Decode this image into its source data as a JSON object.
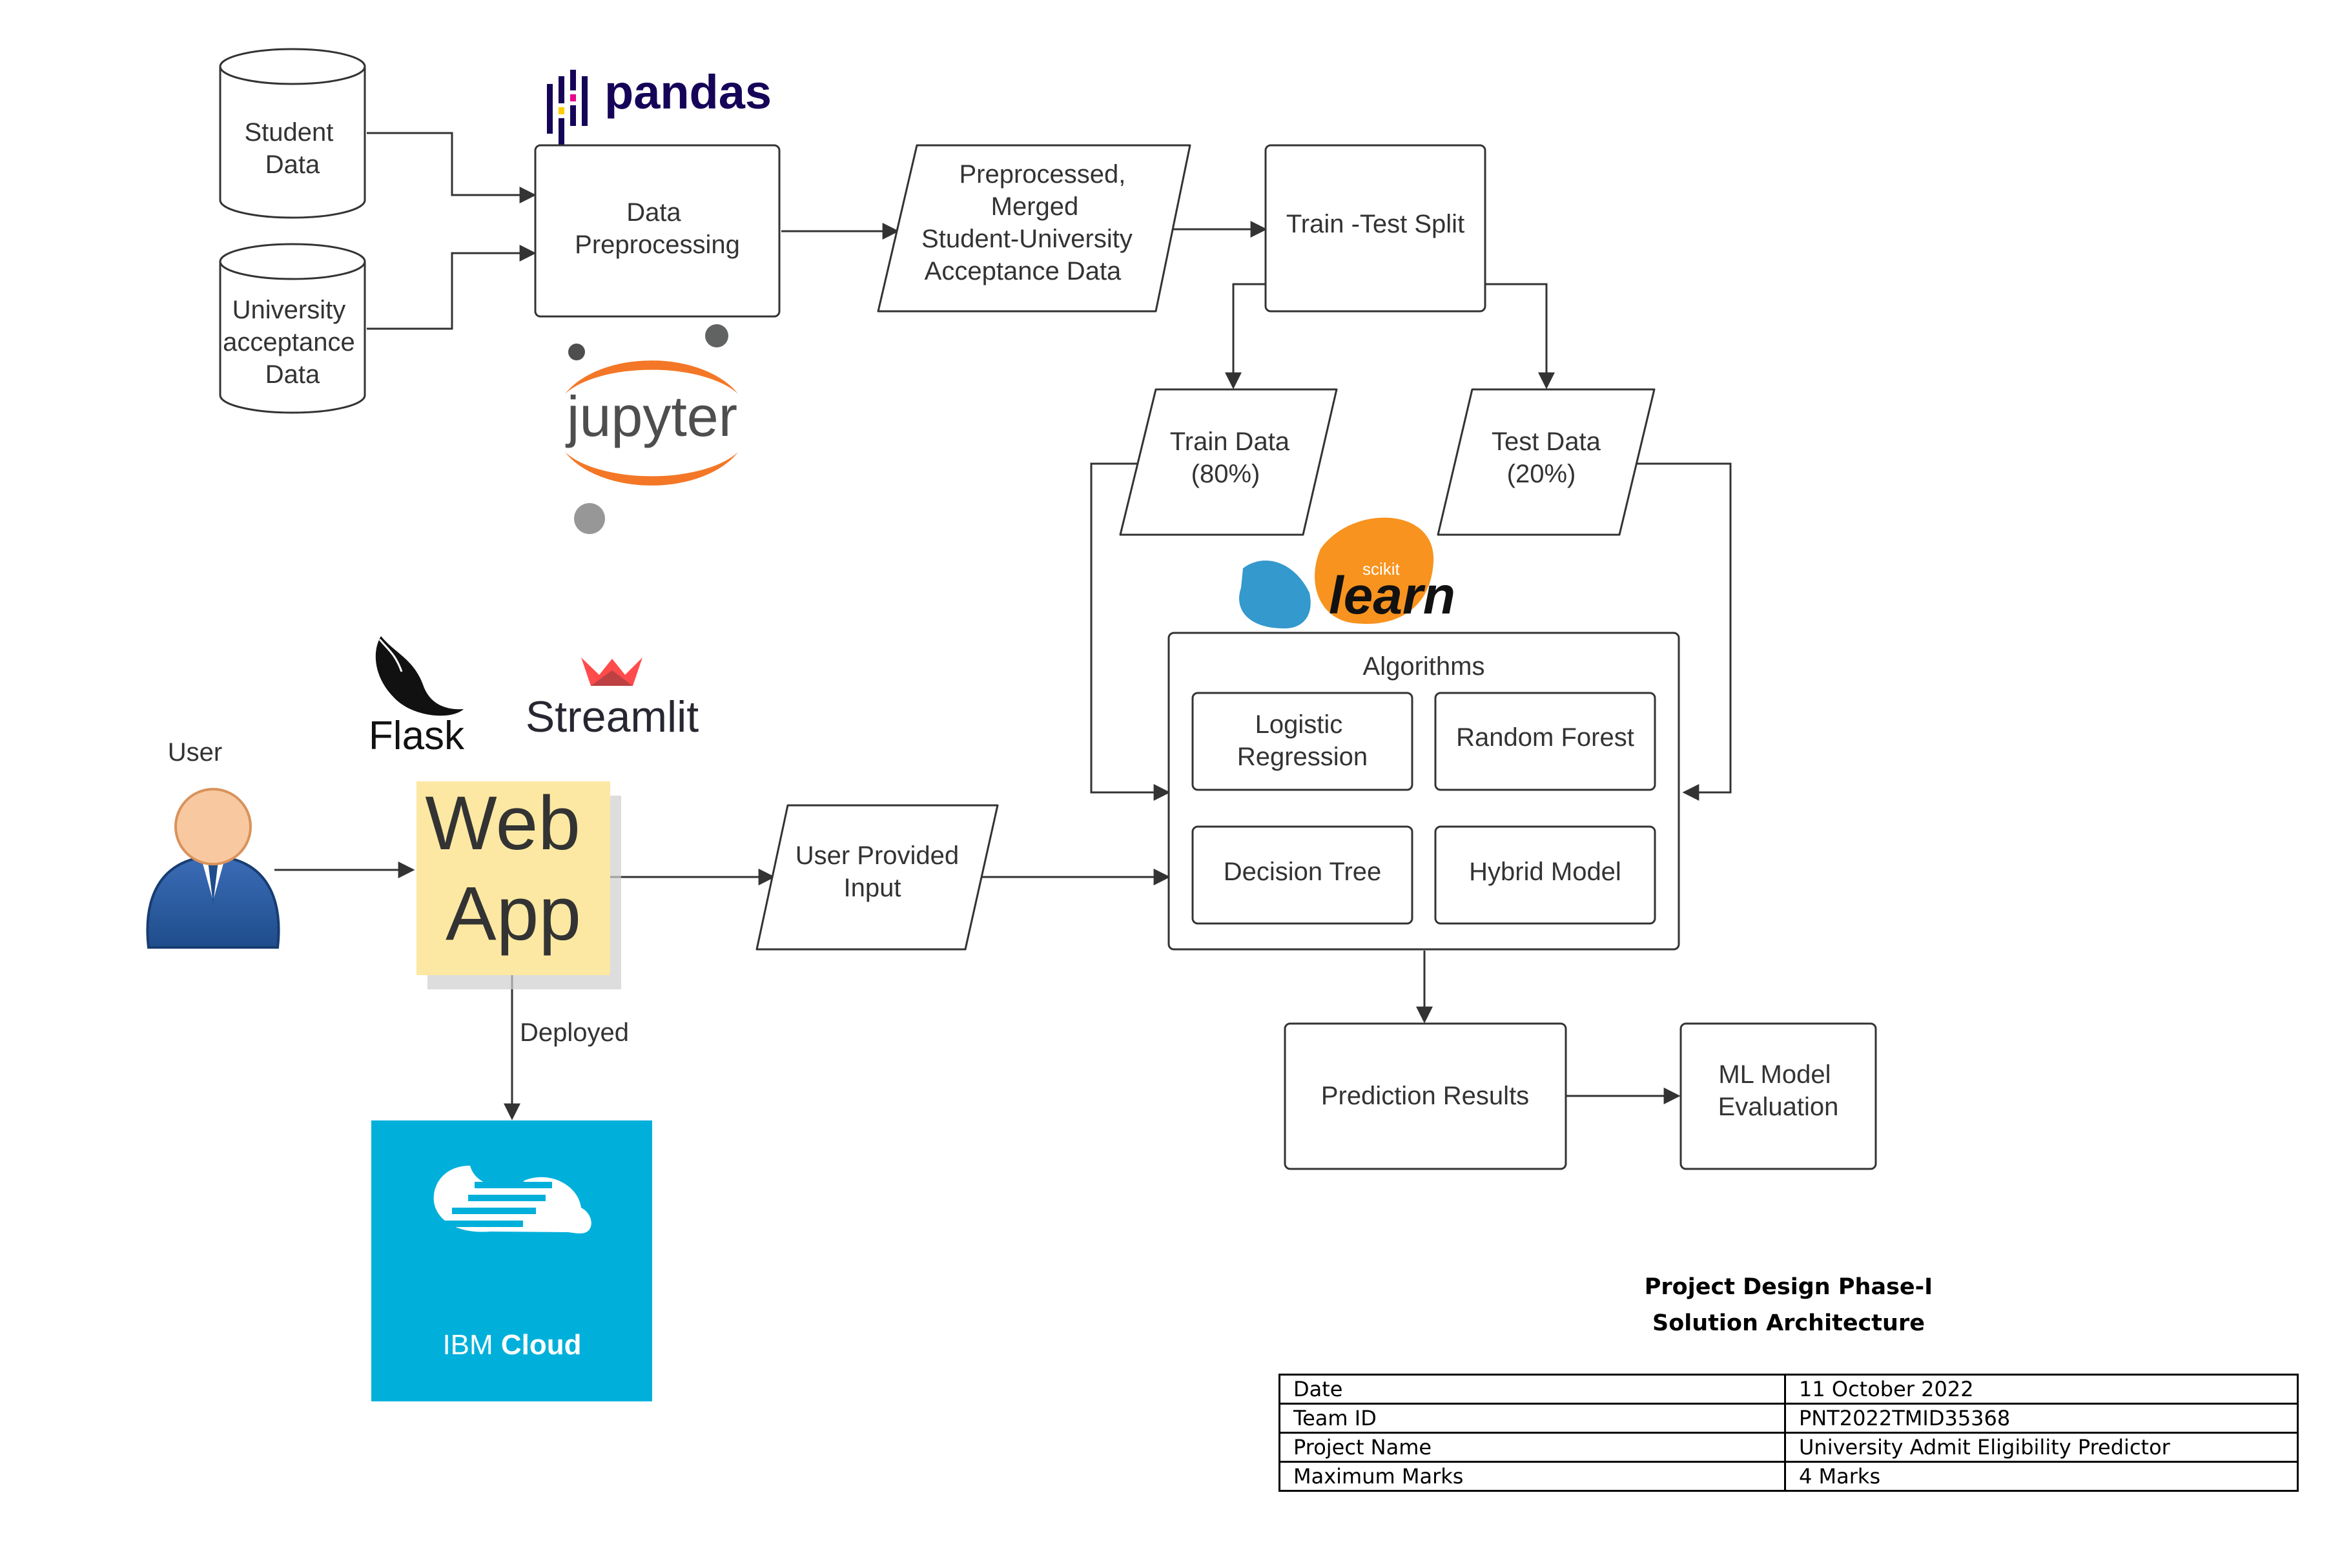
{
  "logos": {
    "pandas": "pandas",
    "jupyter": "jupyter",
    "scikit_small": "scikit",
    "scikit_learn": "learn",
    "flask": "Flask",
    "streamlit": "Streamlit",
    "ibm_cloud_prefix": "IBM",
    "ibm_cloud_suffix": "Cloud"
  },
  "nodes": {
    "student_data": [
      "Student",
      "Data"
    ],
    "university_data": [
      "University",
      "acceptance",
      "Data"
    ],
    "data_preprocessing": [
      "Data",
      "Preprocessing"
    ],
    "preprocessed_data": [
      "Preprocessed,",
      "Merged",
      "Student-University",
      "Acceptance Data"
    ],
    "train_test_split": "Train -Test Split",
    "train_data": [
      "Train Data",
      "(80%)"
    ],
    "test_data": [
      "Test Data",
      "(20%)"
    ],
    "algorithms": "Algorithms",
    "logistic_regression": [
      "Logistic",
      "Regression"
    ],
    "random_forest": "Random Forest",
    "decision_tree": "Decision Tree",
    "hybrid_model": "Hybrid Model",
    "user": "User",
    "web_app": [
      "Web",
      "App"
    ],
    "user_input": [
      "User Provided",
      "Input"
    ],
    "deployed": "Deployed",
    "prediction_results": "Prediction Results",
    "ml_evaluation": [
      "ML Model",
      "Evaluation"
    ]
  },
  "info": {
    "title": [
      "Project Design Phase-I",
      "Solution Architecture"
    ],
    "rows": [
      {
        "label": "Date",
        "value": "11 October 2022"
      },
      {
        "label": "Team ID",
        "value": "PNT2022TMID35368"
      },
      {
        "label": "Project Name",
        "value": "University Admit Eligibility Predictor"
      },
      {
        "label": "Maximum Marks",
        "value": "4 Marks"
      }
    ]
  },
  "colors": {
    "line": "#333333",
    "pandas_navy": "#150458",
    "pandas_yellow": "#ffca00",
    "pandas_pink": "#e70488",
    "jupyter_orange": "#f37726",
    "jupyter_grey": "#767677",
    "sklearn_orange": "#f7931e",
    "sklearn_blue": "#3499cd",
    "streamlit_red": "#ff4b4b",
    "sticky_note": "#fce8a2",
    "user_skin": "#f8c9a0",
    "user_suit": "#2a5aa0",
    "ibm_blue": "#00b0da"
  }
}
